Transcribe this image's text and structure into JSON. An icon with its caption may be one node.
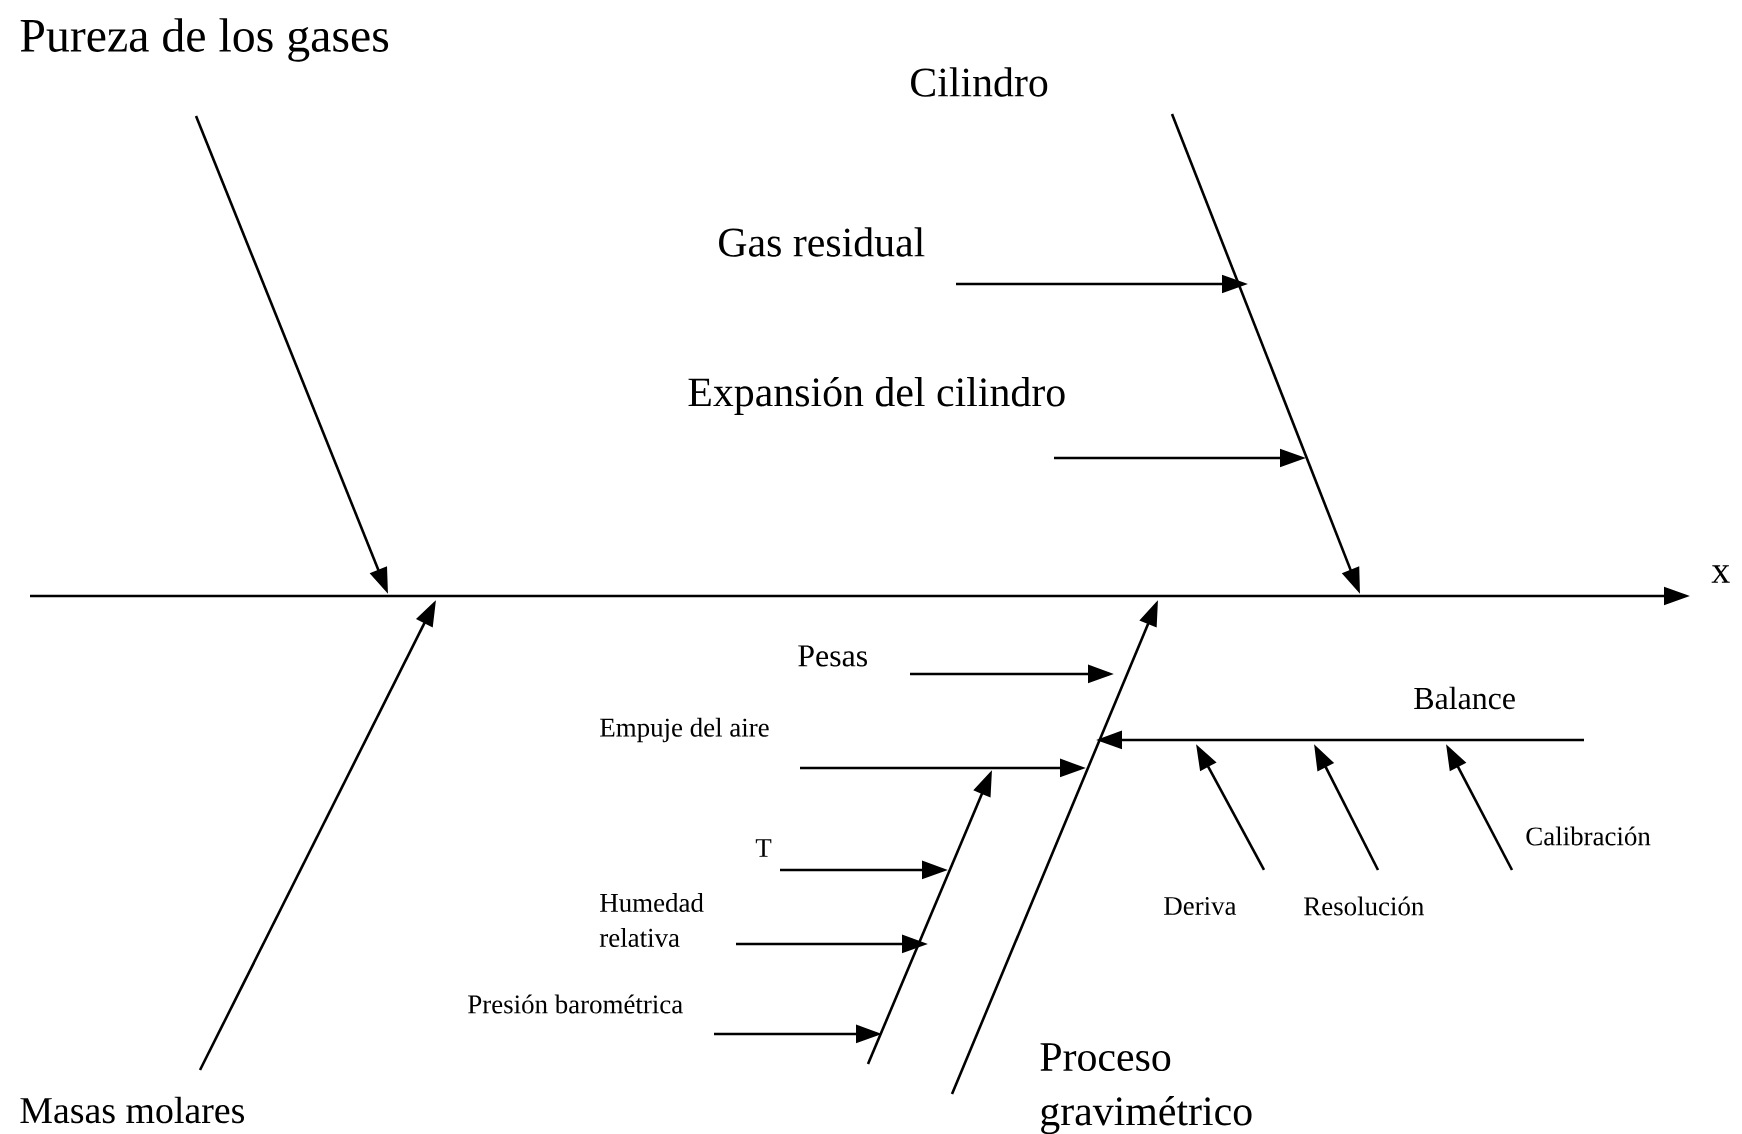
{
  "diagram": {
    "nodes": [
      {
        "text": [
          "Pureza de los gases"
        ]
      },
      {
        "text": [
          "Cilindro"
        ]
      },
      {
        "text": [
          "Gas residual"
        ]
      },
      {
        "text": [
          "Expansión del cilindro"
        ]
      },
      {
        "text": [
          "x"
        ]
      },
      {
        "text": [
          "Pesas"
        ]
      },
      {
        "text": [
          "Empuje del aire"
        ]
      },
      {
        "text": [
          "Balance"
        ]
      },
      {
        "text": [
          "T"
        ]
      },
      {
        "text": [
          "Humedad relativa"
        ]
      },
      {
        "text": [
          "Calibración"
        ]
      },
      {
        "text": [
          "Deriva"
        ]
      },
      {
        "text": [
          "Resolución"
        ]
      },
      {
        "text": [
          "Presión barométrica"
        ]
      },
      {
        "text": [
          "Masas molares"
        ]
      },
      {
        "text": [
          "Proceso gravimétrico"
        ]
      }
    ],
    "edges": [
      {
        "from": null,
        "to": 4,
        "arrow": "to"
      },
      {
        "from": 0,
        "to": null,
        "arrow": "to"
      },
      {
        "from": 1,
        "to": null,
        "arrow": "to"
      },
      {
        "from": 2,
        "to": null,
        "arrow": "to"
      },
      {
        "from": 3,
        "to": null,
        "arrow": "to"
      },
      {
        "from": 14,
        "to": null,
        "arrow": "to"
      },
      {
        "from": 15,
        "to": null,
        "arrow": "to"
      },
      {
        "from": 5,
        "to": null,
        "arrow": "to"
      },
      {
        "from": 6,
        "to": null,
        "arrow": "to"
      },
      {
        "from": 7,
        "to": null,
        "arrow": "to"
      },
      {
        "from": 8,
        "to": null,
        "arrow": "to"
      },
      {
        "from": 9,
        "to": null,
        "arrow": "to"
      },
      {
        "from": 13,
        "to": null,
        "arrow": "to"
      },
      {
        "from": 11,
        "to": null,
        "arrow": "to"
      },
      {
        "from": 12,
        "to": null,
        "arrow": "to"
      },
      {
        "from": 10,
        "to": 7,
        "arrow": "to"
      }
    ]
  }
}
